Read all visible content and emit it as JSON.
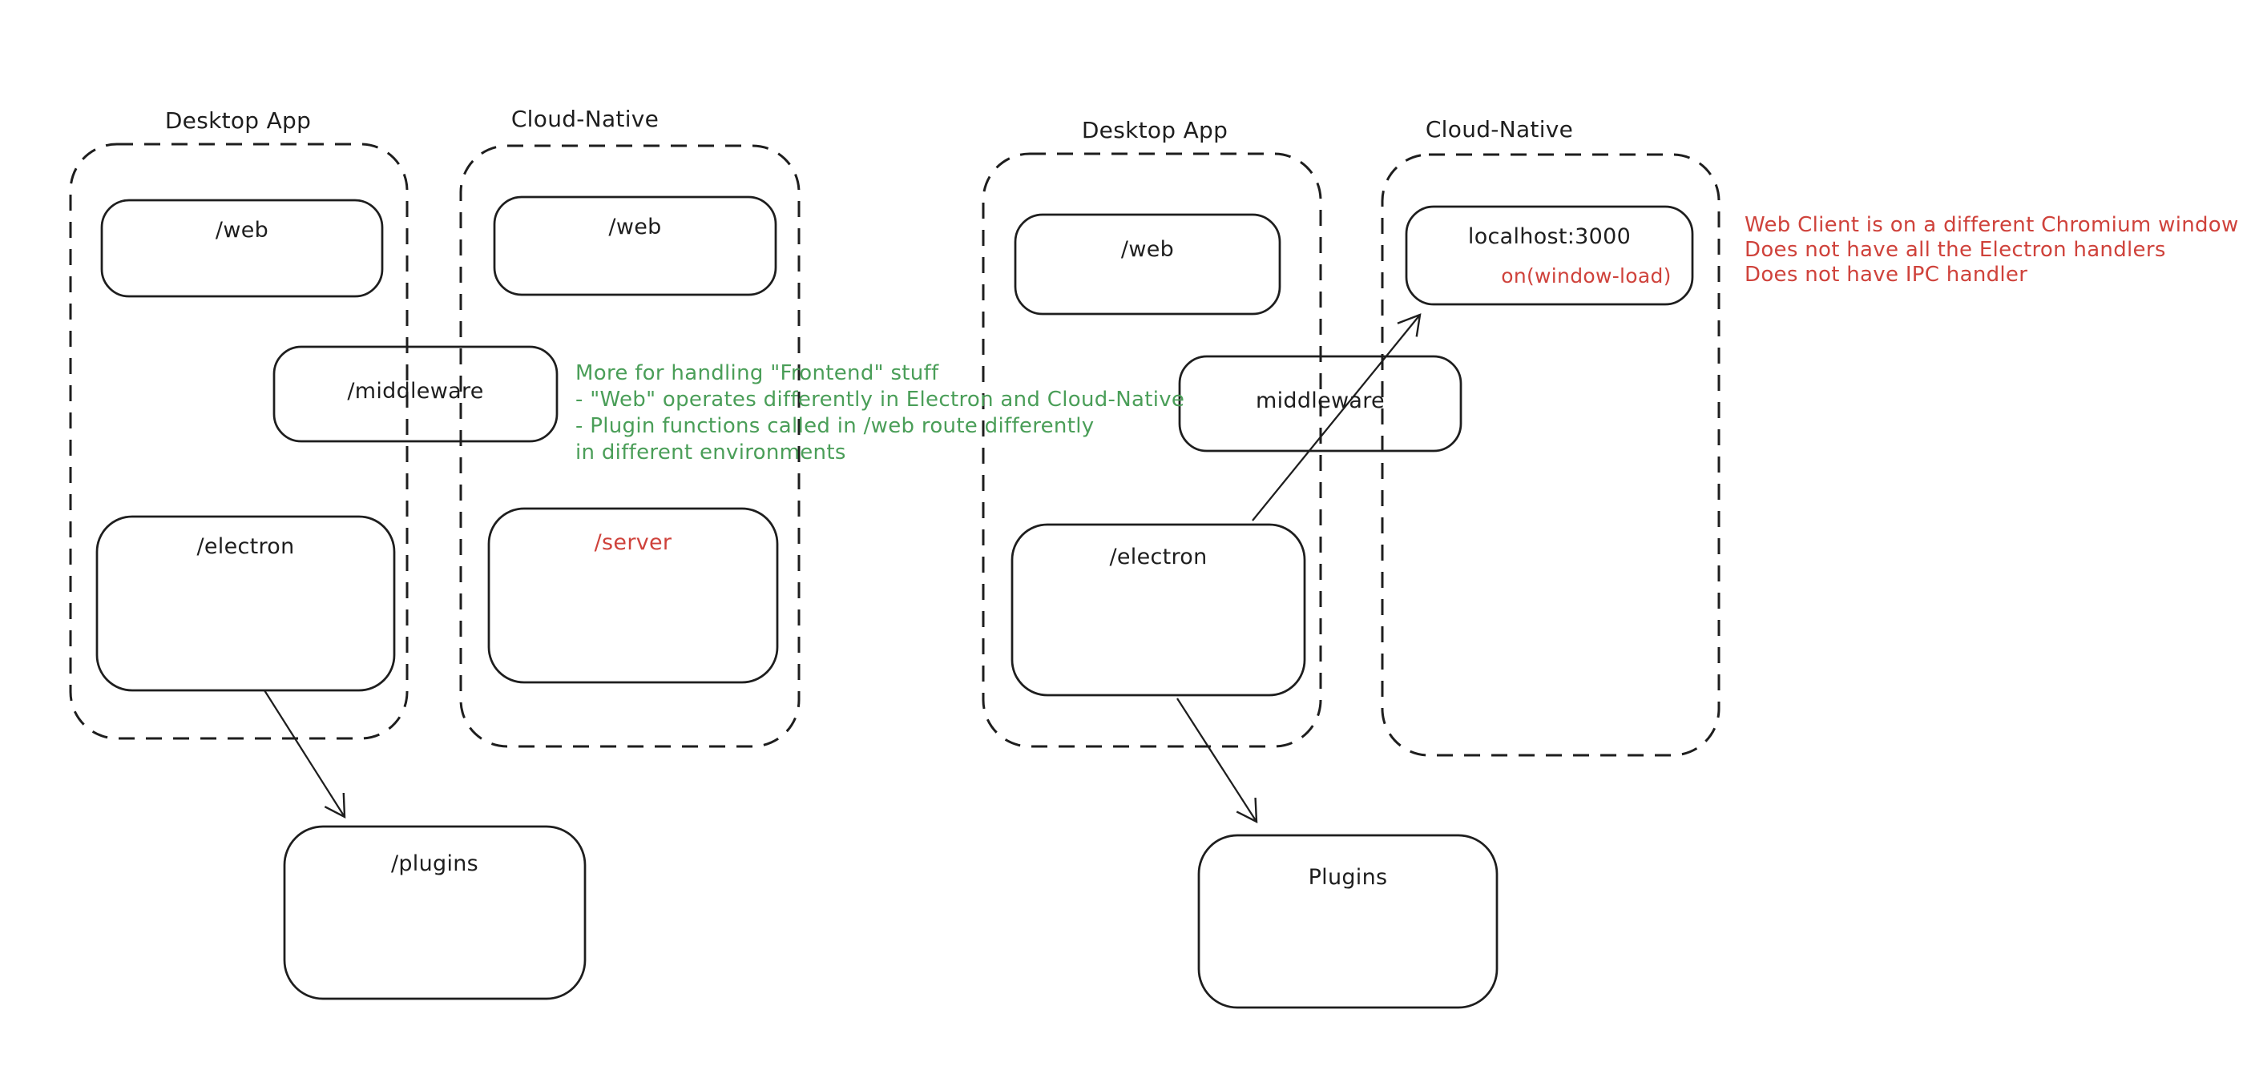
{
  "palette": {
    "ink": "#1e1e1e",
    "green": "#4a9e58",
    "red": "#cf423b",
    "background": "#ffffff"
  },
  "diagram1": {
    "groups": [
      {
        "label": "Desktop App"
      },
      {
        "label": "Cloud-Native"
      }
    ],
    "nodes": {
      "web_desktop": "/web",
      "web_cloud": "/web",
      "middleware": "/middleware",
      "electron": "/electron",
      "server": "/server",
      "plugins": "/plugins"
    },
    "note_green": {
      "color": "#4a9e58",
      "lines": [
        "More for handling \"Frontend\" stuff",
        "- \"Web\" operates differently in Electron and Cloud-Native",
        "- Plugin functions called in /web route differently",
        "in different environments"
      ]
    }
  },
  "diagram2": {
    "groups": [
      {
        "label": "Desktop App"
      },
      {
        "label": "Cloud-Native"
      }
    ],
    "nodes": {
      "web": "/web",
      "localhost": "localhost:3000",
      "window_load": "on(window-load)",
      "middleware": "middleware",
      "electron": "/electron",
      "plugins": "Plugins"
    },
    "note_red": {
      "color": "#cf423b",
      "lines": [
        "Web Client is on a different Chromium window",
        "Does not have all the Electron handlers",
        "Does not have IPC handler"
      ]
    }
  }
}
